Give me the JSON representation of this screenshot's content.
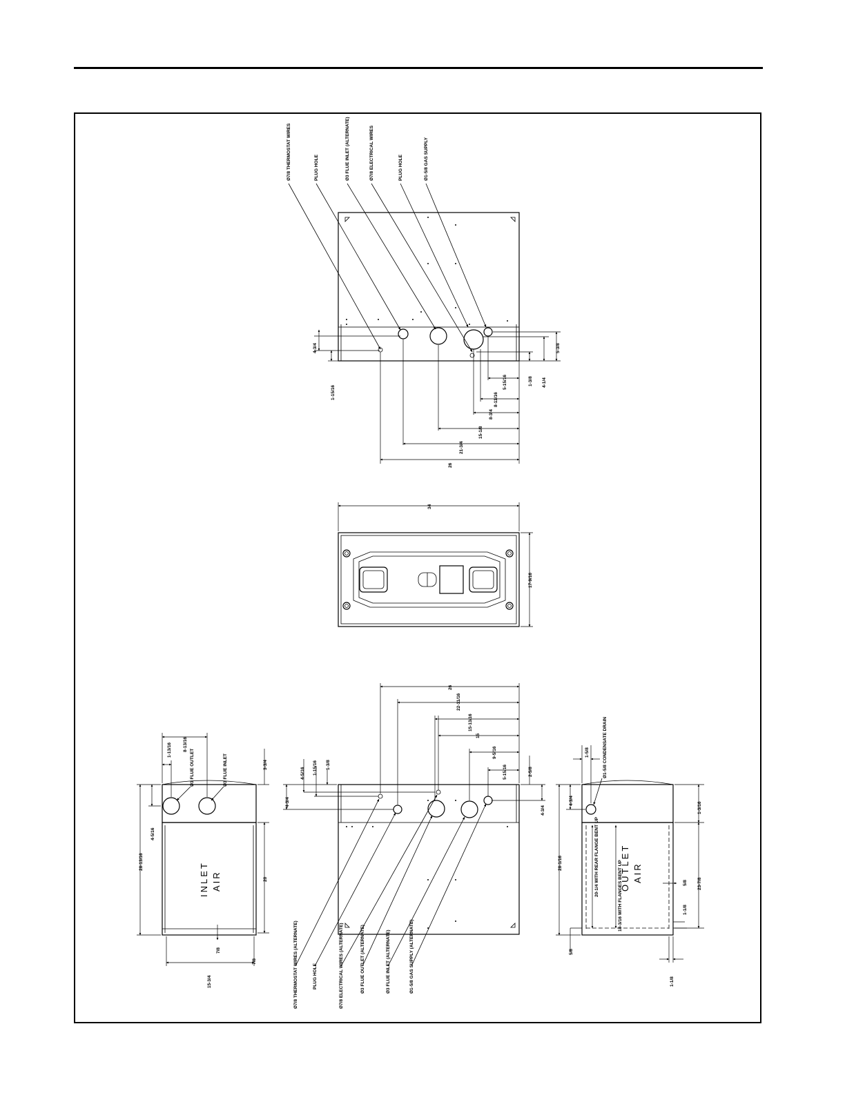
{
  "top_view": {
    "callouts": [
      "Ø7/8 THERMOSTAT WIRES",
      "PLUG HOLE",
      "Ø3 FLUE INLET (ALTERNATE)",
      "Ø7/8 ELECTRICAL WIRES",
      "PLUG HOLE",
      "Ø1-5/8 GAS SUPPLY"
    ],
    "dims": [
      "4-3/4",
      "1-15/16",
      "26",
      "21-3/4",
      "15-1/8",
      "8-3/4",
      "8-11/16",
      "5-15/16",
      "1-3/8",
      "4-1/4",
      "5-3/8"
    ]
  },
  "middle_view": {
    "dims": [
      "34",
      "17-9/16"
    ]
  },
  "left_view": {
    "labels": [
      "Ø3 FLUE OUTLET",
      "Ø3 FLUE INLET"
    ],
    "inlet_air": [
      "INLET",
      "AIR"
    ],
    "dims": [
      "1-13/16",
      "8-13/16",
      "3-3/4",
      "4-5/16",
      "28-13/16",
      "20",
      "7/8",
      "15-3/4",
      "7/8"
    ]
  },
  "side_view": {
    "dims": [
      "26",
      "22-11/16",
      "15-13/16",
      "15",
      "9-5/16",
      "5-15/16",
      "2-5/8",
      "4-5/16",
      "1-15/16",
      "1-3/8",
      "4-3/4",
      "4-3/4"
    ],
    "callouts": [
      "Ø7/8 THERMOSTAT WIRES (ALTERNATE)",
      "PLUG HOLE",
      "Ø7/8 ELECTRICAL WIRES (ALTERNATE)",
      "Ø3 FLUE OUTLET (ALTERNATE)",
      "Ø3 FLUE INLET (ALTERNATE)",
      "Ø1-5/8 GAS SUPPLY (ALTERNATE)"
    ]
  },
  "right_view": {
    "labels": [
      "Ø1-5/8 CONDENSATE DRAIN",
      "20-1/4 WITH REAR FLANGE BENT UP",
      "18-3/16 WITH FLANGES BENT UP"
    ],
    "outlet_air": [
      "OUTLET",
      "AIR"
    ],
    "dims": [
      "1-5/8",
      "4-3/4",
      "28-1/16",
      "5/8",
      "1-3/16",
      "23-7/8",
      "5/8",
      "1-1/8",
      "1-1/8"
    ]
  }
}
